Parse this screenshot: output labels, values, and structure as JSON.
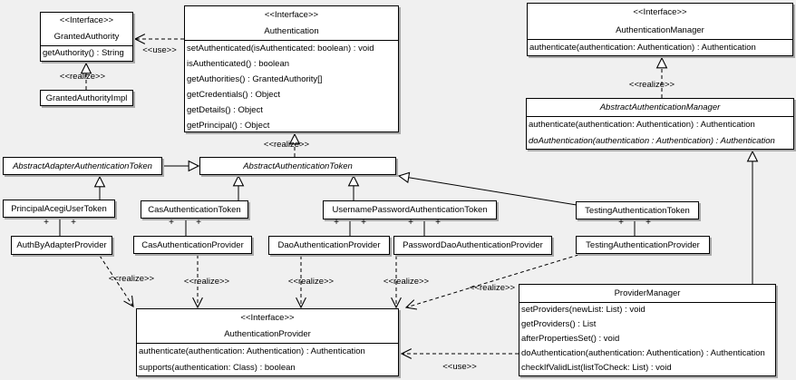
{
  "colors": {
    "background": "#f0f0f0",
    "box_fill": "#ffffff",
    "line": "#000000",
    "shadow": "#a9a9a9"
  },
  "stereotypes": {
    "interface": "<<Interface>>",
    "realize": "<<realize>>",
    "use": "<<use>>"
  },
  "multiplicity_marker": "+",
  "classes": {
    "granted_authority": {
      "stereotype": "<<Interface>>",
      "name": "GrantedAuthority",
      "methods": [
        "getAuthority() : String"
      ]
    },
    "granted_authority_impl": {
      "name": "GrantedAuthorityImpl"
    },
    "authentication": {
      "stereotype": "<<Interface>>",
      "name": "Authentication",
      "methods": [
        "setAuthenticated(isAuthenticated: boolean) : void",
        "isAuthenticated() : boolean",
        "getAuthorities() : GrantedAuthority[]",
        "getCredentials() : Object",
        "getDetails() : Object",
        "getPrincipal() : Object"
      ]
    },
    "authentication_manager": {
      "stereotype": "<<Interface>>",
      "name": "AuthenticationManager",
      "methods": [
        "authenticate(authentication: Authentication) : Authentication"
      ]
    },
    "abstract_authentication_manager": {
      "name": "AbstractAuthenticationManager",
      "methods": [
        "authenticate(authentication: Authentication) : Authentication",
        "doAuthentication(authentication : Authentication) : Authentication"
      ]
    },
    "abstract_adapter_authentication_token": {
      "name": "AbstractAdapterAuthenticationToken"
    },
    "abstract_authentication_token": {
      "name": "AbstractAuthenticationToken"
    },
    "principal_acegi_user_token": {
      "name": "PrincipalAcegiUserToken"
    },
    "cas_authentication_token": {
      "name": "CasAuthenticationToken"
    },
    "username_password_authentication_token": {
      "name": "UsernamePasswordAuthenticationToken"
    },
    "testing_authentication_token": {
      "name": "TestingAuthenticationToken"
    },
    "auth_by_adapter_provider": {
      "name": "AuthByAdapterProvider"
    },
    "cas_authentication_provider": {
      "name": "CasAuthenticationProvider"
    },
    "dao_authentication_provider": {
      "name": "DaoAuthenticationProvider"
    },
    "password_dao_authentication_provider": {
      "name": "PasswordDaoAuthenticationProvider"
    },
    "testing_authentication_provider": {
      "name": "TestingAuthenticationProvider"
    },
    "authentication_provider": {
      "stereotype": "<<Interface>>",
      "name": "AuthenticationProvider",
      "methods": [
        "authenticate(authentication: Authentication) : Authentication",
        "supports(authentication: Class) : boolean"
      ]
    },
    "provider_manager": {
      "name": "ProviderManager",
      "methods": [
        "setProviders(newList: List) : void",
        "getProviders() : List",
        "afterPropertiesSet() : void",
        "doAuthentication(authentication: Authentication) : Authentication",
        "checkIfValidList(listToCheck: List) : void"
      ]
    }
  }
}
